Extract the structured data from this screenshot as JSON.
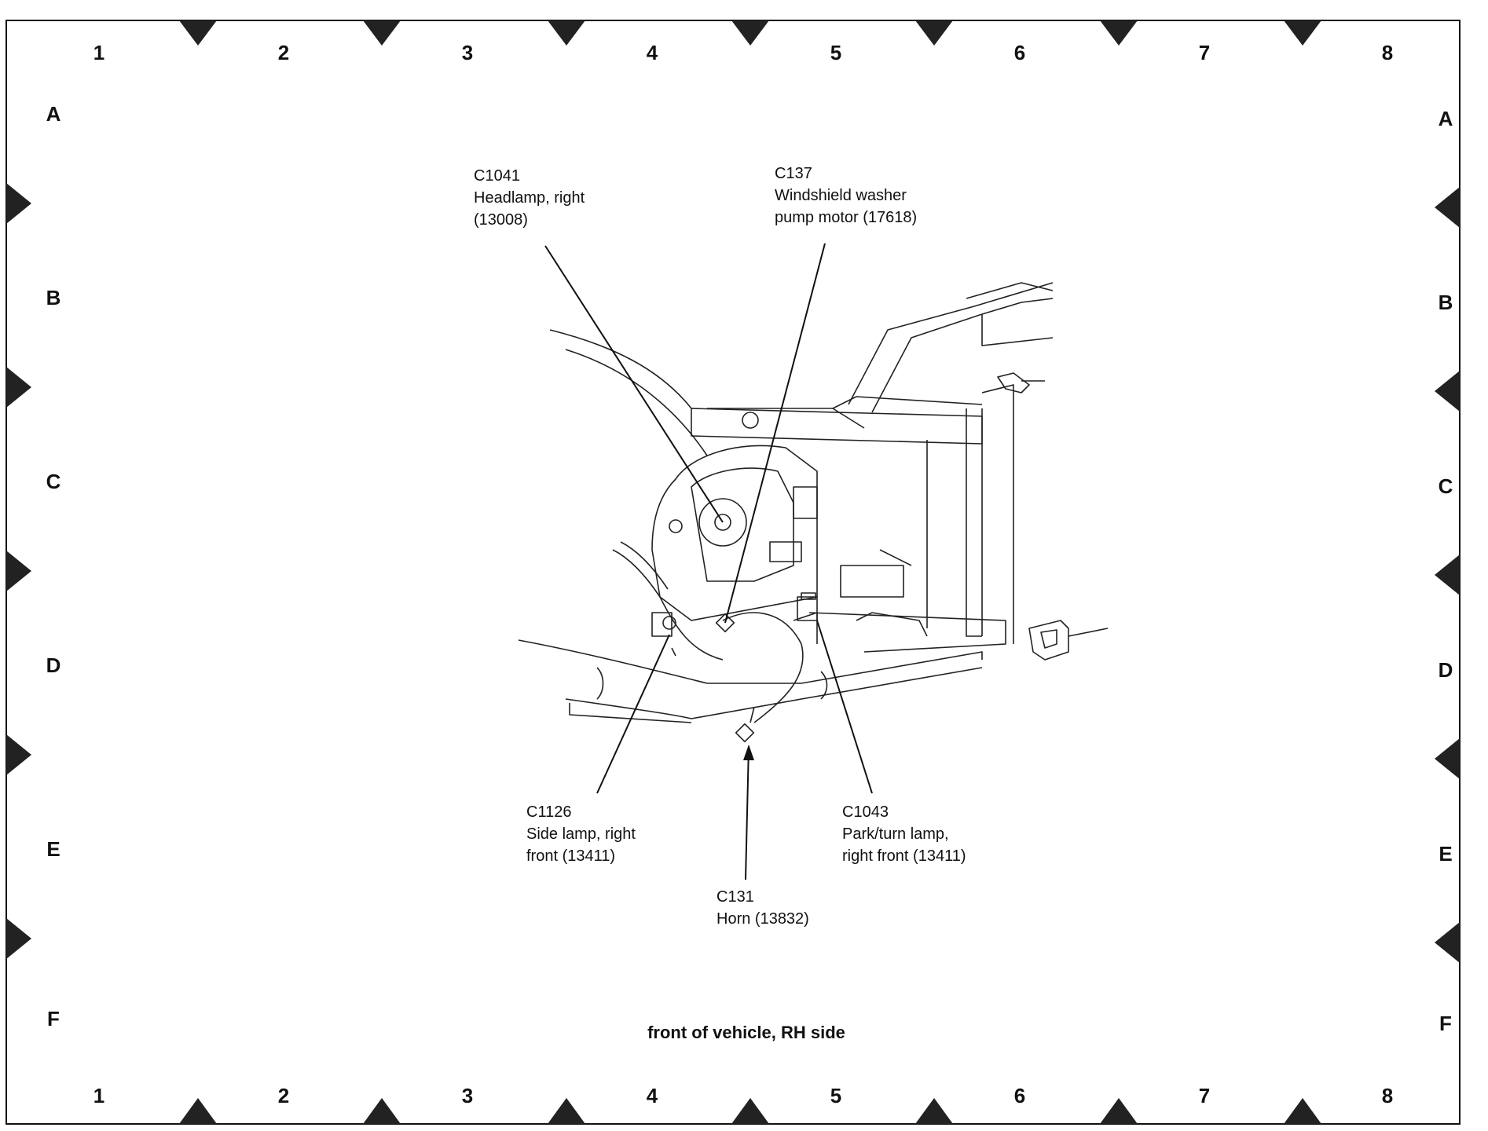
{
  "grid": {
    "columns": [
      "1",
      "2",
      "3",
      "4",
      "5",
      "6",
      "7",
      "8"
    ],
    "rows": [
      "A",
      "B",
      "C",
      "D",
      "E",
      "F"
    ]
  },
  "callouts": [
    {
      "id": "c1041",
      "code": "C1041",
      "lines": [
        "Headlamp, right",
        "(13008)"
      ]
    },
    {
      "id": "c137",
      "code": "C137",
      "lines": [
        "Windshield washer",
        "pump motor (17618)"
      ]
    },
    {
      "id": "c1126",
      "code": "C1126",
      "lines": [
        "Side lamp, right",
        "front (13411)"
      ]
    },
    {
      "id": "c131",
      "code": "C131",
      "lines": [
        "Horn (13832)"
      ]
    },
    {
      "id": "c1043",
      "code": "C1043",
      "lines": [
        "Park/turn lamp,",
        "right front (13411)"
      ]
    }
  ],
  "caption": "front of vehicle, RH side"
}
